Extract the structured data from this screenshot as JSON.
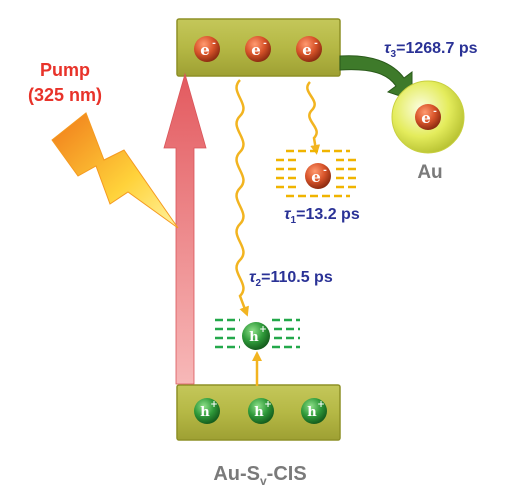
{
  "pump": {
    "line1": "Pump",
    "line2": "(325 nm)"
  },
  "material_label": {
    "main": "Au-S",
    "sub": "v",
    "tail": "-CIS"
  },
  "acceptor_label": "Au",
  "carriers": {
    "electron": "e",
    "hole": "h",
    "minus": "-",
    "plus": "+"
  },
  "lifetimes": {
    "t1": {
      "symbol": "τ",
      "index": "1",
      "value": "=13.2 ps"
    },
    "t2": {
      "symbol": "τ",
      "index": "2",
      "value": "=110.5 ps"
    },
    "t3": {
      "symbol": "τ",
      "index": "3",
      "value": "=1268.7 ps"
    }
  },
  "colors": {
    "band_fill": "#b5b845",
    "band_edge": "#8e9026",
    "electron": "#d8542a",
    "hole": "#2f9a3a",
    "trap_orange": "#f0b400",
    "trap_green": "#23a84a",
    "pump_arrow": "#e8686b",
    "au_sphere": "#e4ec5c",
    "transfer_arrow": "#3e7a2a",
    "pump_text": "#e8332a",
    "tau_text": "#2a3296",
    "au_text": "#7a7a7a",
    "relax_arrow": "#f2b420"
  }
}
